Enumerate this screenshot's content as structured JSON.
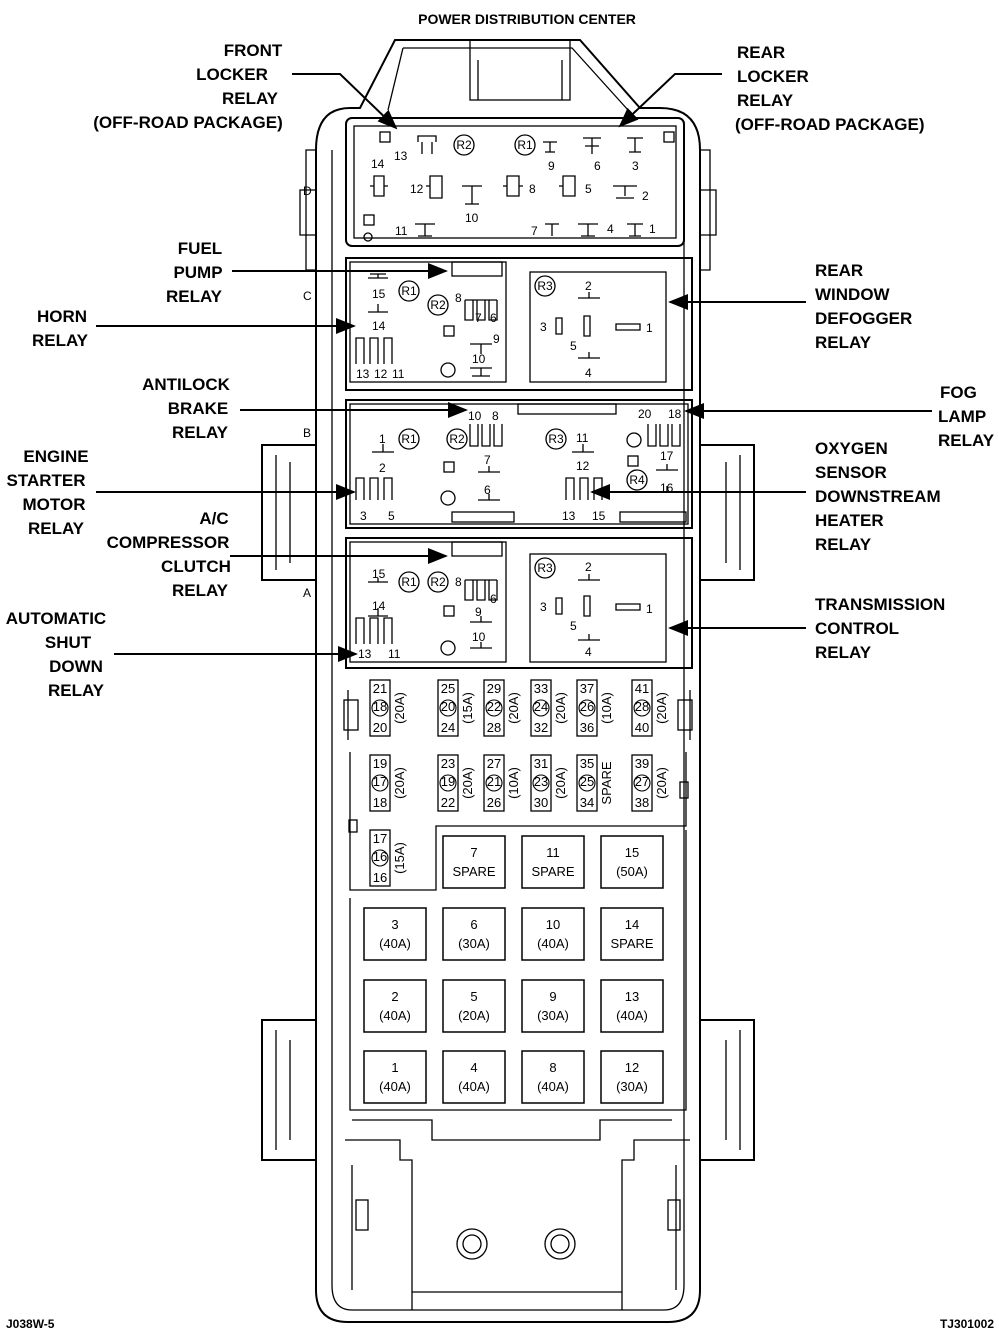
{
  "title": "POWER DISTRIBUTION CENTER",
  "footer": {
    "left": "J038W-5",
    "right": "TJ301002"
  },
  "row_letters": [
    "D",
    "C",
    "B",
    "A"
  ],
  "callouts": {
    "front_locker": [
      "FRONT",
      "LOCKER",
      "RELAY",
      "(OFF-ROAD PACKAGE)"
    ],
    "rear_locker": [
      "REAR",
      "LOCKER",
      "RELAY",
      "(OFF-ROAD PACKAGE)"
    ],
    "fuel_pump": [
      "FUEL",
      "PUMP",
      "RELAY"
    ],
    "horn": [
      "HORN",
      "RELAY"
    ],
    "rear_defogger": [
      "REAR",
      "WINDOW",
      "DEFOGGER",
      "RELAY"
    ],
    "antilock": [
      "ANTILOCK",
      "BRAKE",
      "RELAY"
    ],
    "fog_lamp": [
      "FOG",
      "LAMP",
      "RELAY"
    ],
    "engine_starter": [
      "ENGINE",
      "STARTER",
      "MOTOR",
      "RELAY"
    ],
    "oxygen_sensor": [
      "OXYGEN",
      "SENSOR",
      "DOWNSTREAM",
      "HEATER",
      "RELAY"
    ],
    "ac_compressor": [
      "A/C",
      "COMPRESSOR",
      "CLUTCH",
      "RELAY"
    ],
    "asd": [
      "AUTOMATIC",
      "SHUT",
      "DOWN",
      "RELAY"
    ],
    "transmission": [
      "TRANSMISSION",
      "CONTROL",
      "RELAY"
    ]
  },
  "row_d_pins": [
    "13",
    "14",
    "9",
    "6",
    "3",
    "12",
    "10",
    "8",
    "5",
    "2",
    "11",
    "7",
    "4",
    "1"
  ],
  "relay_markers": [
    "R1",
    "R2",
    "R3",
    "R4"
  ],
  "row_c_pins": [
    "15",
    "14",
    "13",
    "12",
    "11",
    "8",
    "7",
    "6",
    "9",
    "10",
    "2",
    "3",
    "5",
    "1",
    "4"
  ],
  "row_b_pins": [
    "10",
    "8",
    "20",
    "18",
    "1",
    "2",
    "3",
    "5",
    "7",
    "6",
    "11",
    "12",
    "13",
    "15",
    "17",
    "16"
  ],
  "row_a_pins": [
    "15",
    "14",
    "13",
    "11",
    "8",
    "6",
    "9",
    "10",
    "2",
    "3",
    "5",
    "1",
    "4"
  ],
  "mini_fuses_top": [
    {
      "top": "21",
      "mid": "18",
      "bot": "20",
      "amp": "(20A)"
    },
    {
      "top": "25",
      "mid": "20",
      "bot": "24",
      "amp": "(15A)"
    },
    {
      "top": "29",
      "mid": "22",
      "bot": "28",
      "amp": "(20A)"
    },
    {
      "top": "33",
      "mid": "24",
      "bot": "32",
      "amp": "(20A)"
    },
    {
      "top": "37",
      "mid": "26",
      "bot": "36",
      "amp": "(10A)"
    },
    {
      "top": "41",
      "mid": "28",
      "bot": "40",
      "amp": "(20A)"
    }
  ],
  "mini_fuses_mid": [
    {
      "top": "19",
      "mid": "17",
      "bot": "18",
      "amp": "(20A)"
    },
    {
      "top": "23",
      "mid": "19",
      "bot": "22",
      "amp": "(20A)"
    },
    {
      "top": "27",
      "mid": "21",
      "bot": "26",
      "amp": "(10A)"
    },
    {
      "top": "31",
      "mid": "23",
      "bot": "30",
      "amp": "(20A)"
    },
    {
      "top": "35",
      "mid": "25",
      "bot": "34",
      "amp": "SPARE"
    },
    {
      "top": "39",
      "mid": "27",
      "bot": "38",
      "amp": "(20A)"
    }
  ],
  "mini_fuse_low": {
    "top": "17",
    "mid": "16",
    "bot": "16",
    "amp": "(15A)"
  },
  "maxi_fuses": [
    [
      {
        "n": "7",
        "v": "SPARE"
      },
      {
        "n": "11",
        "v": "SPARE"
      },
      {
        "n": "15",
        "v": "(50A)"
      }
    ],
    [
      {
        "n": "3",
        "v": "(40A)"
      },
      {
        "n": "6",
        "v": "(30A)"
      },
      {
        "n": "10",
        "v": "(40A)"
      },
      {
        "n": "14",
        "v": "SPARE"
      }
    ],
    [
      {
        "n": "2",
        "v": "(40A)"
      },
      {
        "n": "5",
        "v": "(20A)"
      },
      {
        "n": "9",
        "v": "(30A)"
      },
      {
        "n": "13",
        "v": "(40A)"
      }
    ],
    [
      {
        "n": "1",
        "v": "(40A)"
      },
      {
        "n": "4",
        "v": "(40A)"
      },
      {
        "n": "8",
        "v": "(40A)"
      },
      {
        "n": "12",
        "v": "(30A)"
      }
    ]
  ]
}
